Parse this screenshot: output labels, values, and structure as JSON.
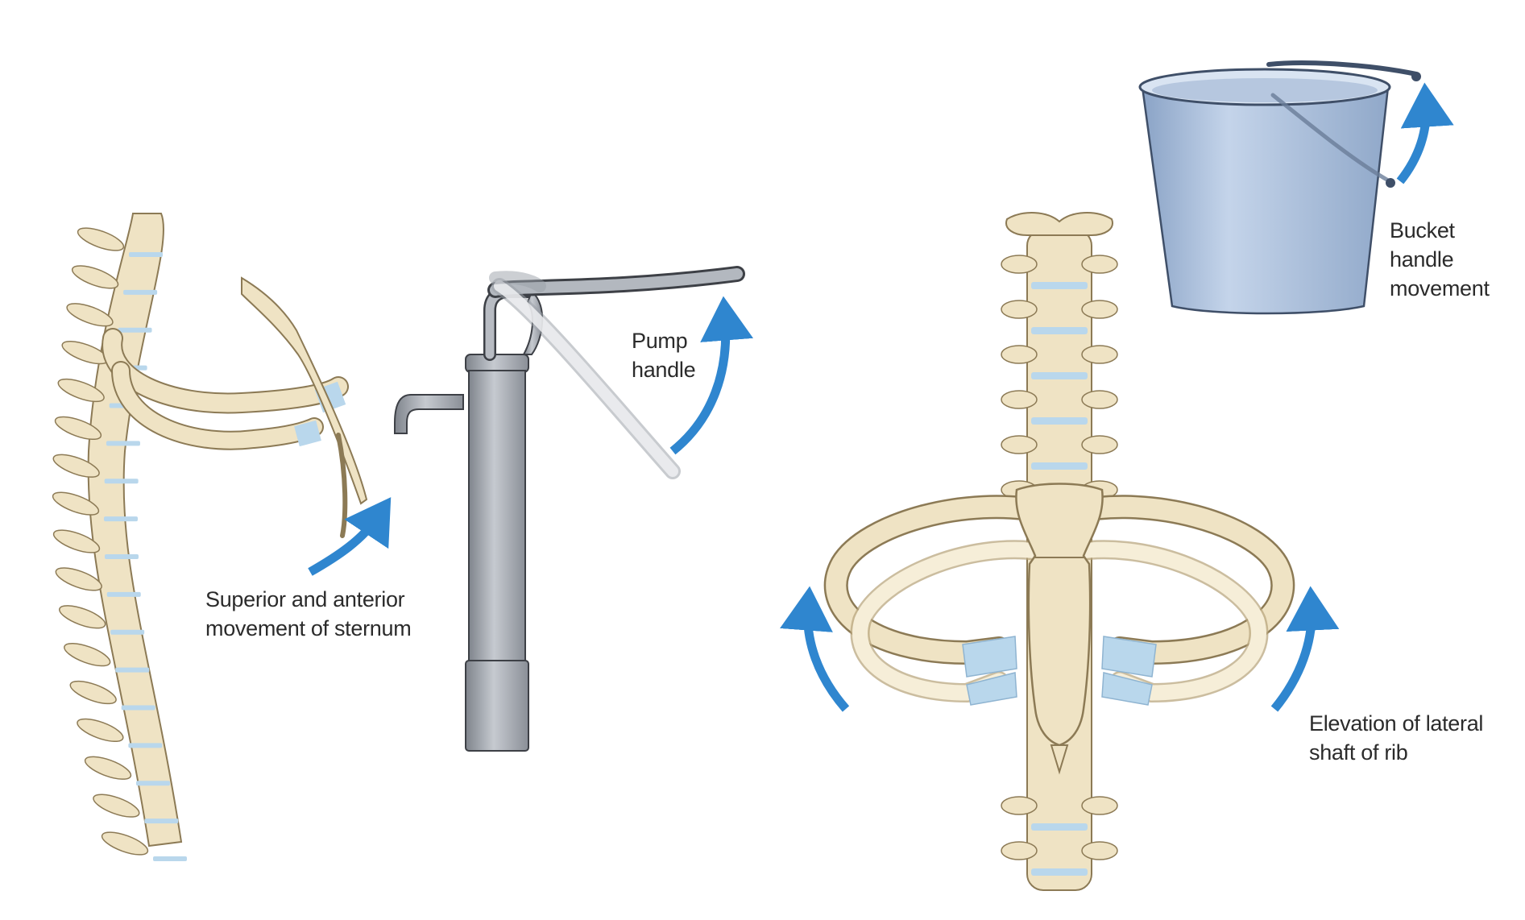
{
  "colors": {
    "bone": "#efe3c4",
    "bone_shade": "#d8c597",
    "bone_outline": "#8c7a55",
    "cartilage": "#b9d7ec",
    "arrow": "#2f86cf",
    "pump_metal": "#a3a8b0",
    "pump_outline": "#3d4046",
    "bucket": "#aabfdc",
    "label_text": "#2b2b2b"
  },
  "icons": {
    "lateral_view": "spine-lateral-icon",
    "pump": "water-pump-icon",
    "anterior_view": "rib-cage-anterior-icon",
    "bucket": "bucket-icon",
    "arrow": "curved-arrow-icon"
  },
  "labels": {
    "sternum": {
      "line1": "Superior and anterior",
      "line2": "movement of sternum"
    },
    "pump": {
      "line1": "Pump",
      "line2": "handle"
    },
    "bucket": {
      "line1": "Bucket",
      "line2": "handle",
      "line3": "movement"
    },
    "rib": {
      "line1": "Elevation of lateral",
      "line2": "shaft of rib"
    }
  }
}
